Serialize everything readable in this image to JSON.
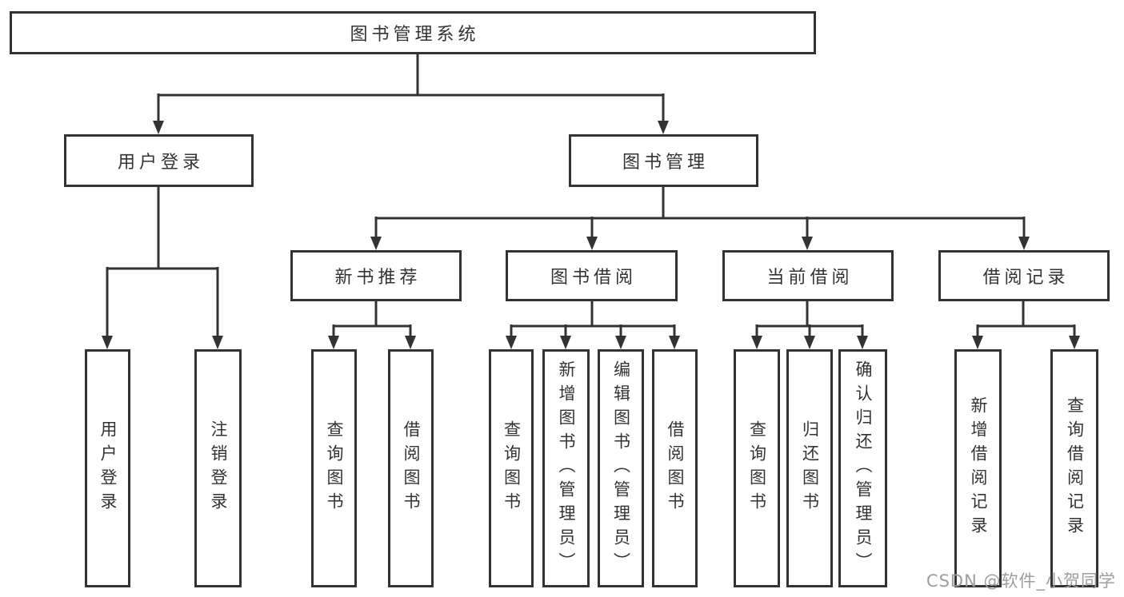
{
  "diagram": {
    "watermark": "CSDN @软件_小贺同学",
    "colors": {
      "line": "#333333",
      "box_border": "#333333",
      "text": "#333333",
      "watermark": "#9d9d9d",
      "background": "#ffffff"
    },
    "tree": {
      "label": "图书管理系统",
      "children": [
        {
          "label": "用户登录",
          "children": [
            {
              "label": "用户登录"
            },
            {
              "label": "注销登录"
            }
          ]
        },
        {
          "label": "图书管理",
          "children": [
            {
              "label": "新书推荐",
              "children": [
                {
                  "label": "查询图书"
                },
                {
                  "label": "借阅图书"
                }
              ]
            },
            {
              "label": "图书借阅",
              "children": [
                {
                  "label": "查询图书"
                },
                {
                  "label": "新增图书（管理员）"
                },
                {
                  "label": "编辑图书（管理员）"
                },
                {
                  "label": "借阅图书"
                }
              ]
            },
            {
              "label": "当前借阅",
              "children": [
                {
                  "label": "查询图书"
                },
                {
                  "label": "归还图书"
                },
                {
                  "label": "确认归还（管理员）"
                }
              ]
            },
            {
              "label": "借阅记录",
              "children": [
                {
                  "label": "新增借阅记录"
                },
                {
                  "label": "查询借阅记录"
                }
              ]
            }
          ]
        }
      ]
    }
  }
}
